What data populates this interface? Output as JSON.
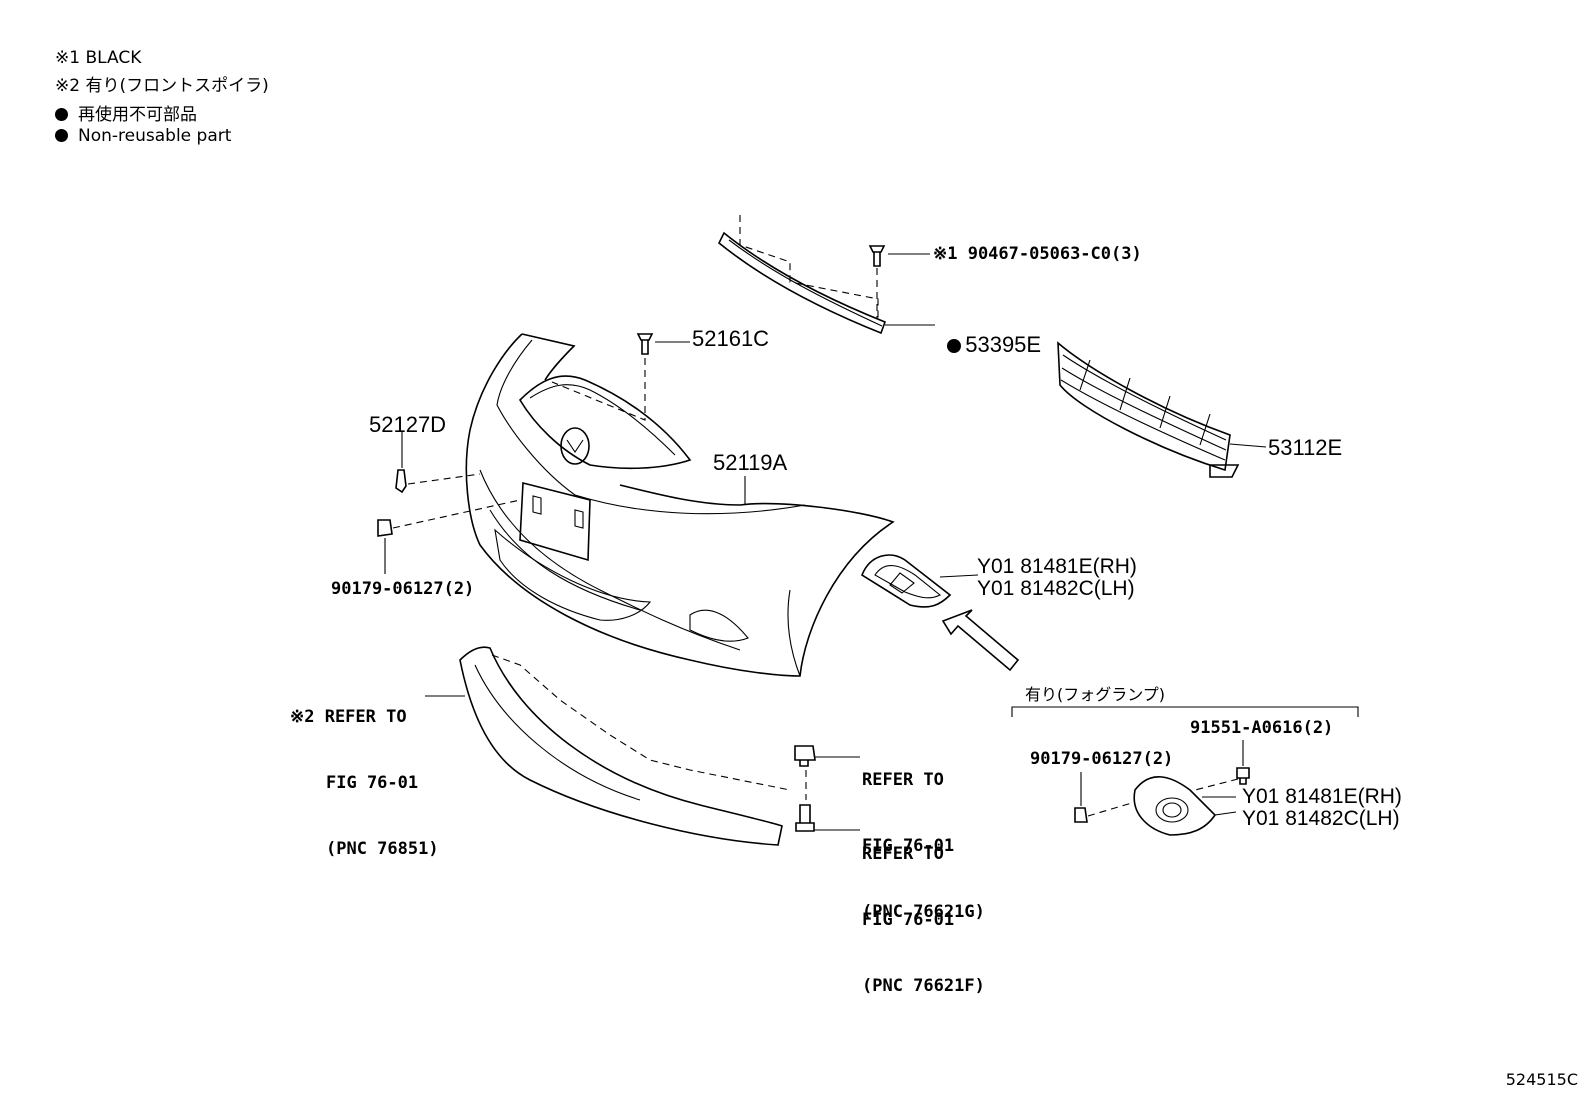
{
  "legend": {
    "note1": "※1 BLACK",
    "note2": "※2 有り(フロントスポイラ)",
    "nonreusable_jp": "再使用不可部品",
    "nonreusable_en": "Non-reusable part"
  },
  "labels": {
    "clip_90467": "※1 90467-05063-C0(3)",
    "p53395E": "53395E",
    "p52161C": "52161C",
    "p53112E": "53112E",
    "p52127D": "52127D",
    "p52119A": "52119A",
    "p90179_top": "90179-06127(2)",
    "cover_rh": "Y01 81481E(RH)",
    "cover_lh": "Y01 81482C(LH)",
    "fog_heading": "有り(フォグランプ)",
    "p91551": "91551-A0616(2)",
    "p90179_fog": "90179-06127(2)",
    "fog_rh": "Y01 81481E(RH)",
    "fog_lh": "Y01 81482C(LH)",
    "spoiler_ref": [
      "※2 REFER TO",
      "FIG 76-01",
      "(PNC 76851)"
    ],
    "ref_76621G": [
      "REFER TO",
      "FIG 76-01",
      "(PNC 76621G)"
    ],
    "ref_76621F": [
      "REFER TO",
      "FIG 76-01",
      "(PNC 76621F)"
    ]
  },
  "figure_code": "524515C"
}
